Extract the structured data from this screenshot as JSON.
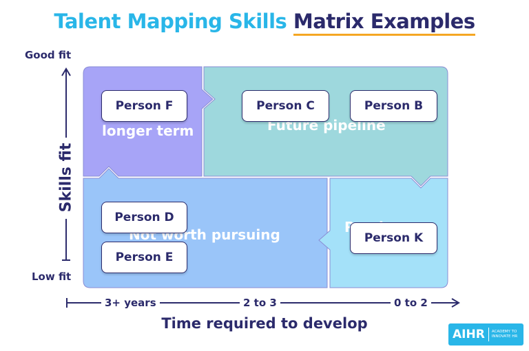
{
  "title": {
    "part1": "Talent Mapping Skills",
    "part2": "Matrix Examples"
  },
  "y_axis": {
    "top": "Good fit",
    "bottom": "Low fit",
    "label": "Skills fit"
  },
  "x_axis": {
    "ticks": [
      "3+ years",
      "2 to 3",
      "0 to 2"
    ],
    "label": "Time required to develop"
  },
  "zones": {
    "longer_term": "longer term",
    "future_pipeline": "Future pipeline",
    "not_worth": "Not worth pursuing",
    "ready": "Ready"
  },
  "persons": {
    "f": "Person F",
    "c": "Person C",
    "b": "Person B",
    "d": "Person D",
    "e": "Person E",
    "k": "Person K"
  },
  "colors": {
    "purple": "#a7a4f7",
    "teal": "#9ed8dd",
    "blue": "#9ac5f9",
    "light_blue": "#a4e1f9",
    "navy": "#2b2a6b",
    "accent": "#29b6e8",
    "underline": "#f5a623"
  },
  "logo": {
    "name": "AIHR",
    "tagline": "ACADEMY TO INNOVATE HR"
  }
}
